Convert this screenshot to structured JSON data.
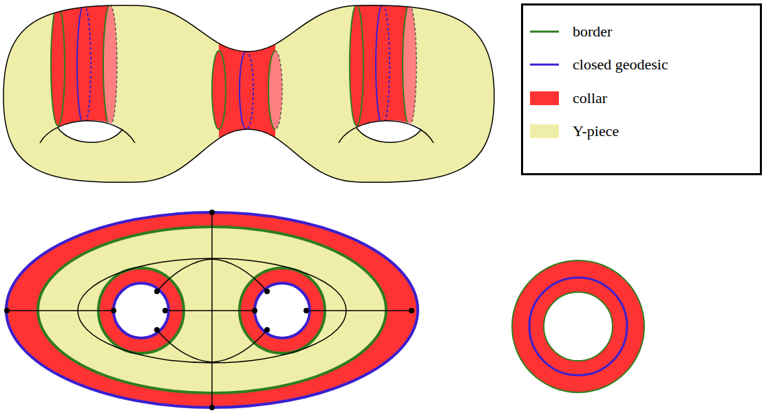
{
  "diagram": {
    "legend": [
      {
        "text": "border"
      },
      {
        "text": "closed geodesic"
      },
      {
        "text": "collar",
        "color": "#ff3333"
      },
      {
        "text": "Y-piece",
        "color": "#eeeea8"
      }
    ]
  }
}
